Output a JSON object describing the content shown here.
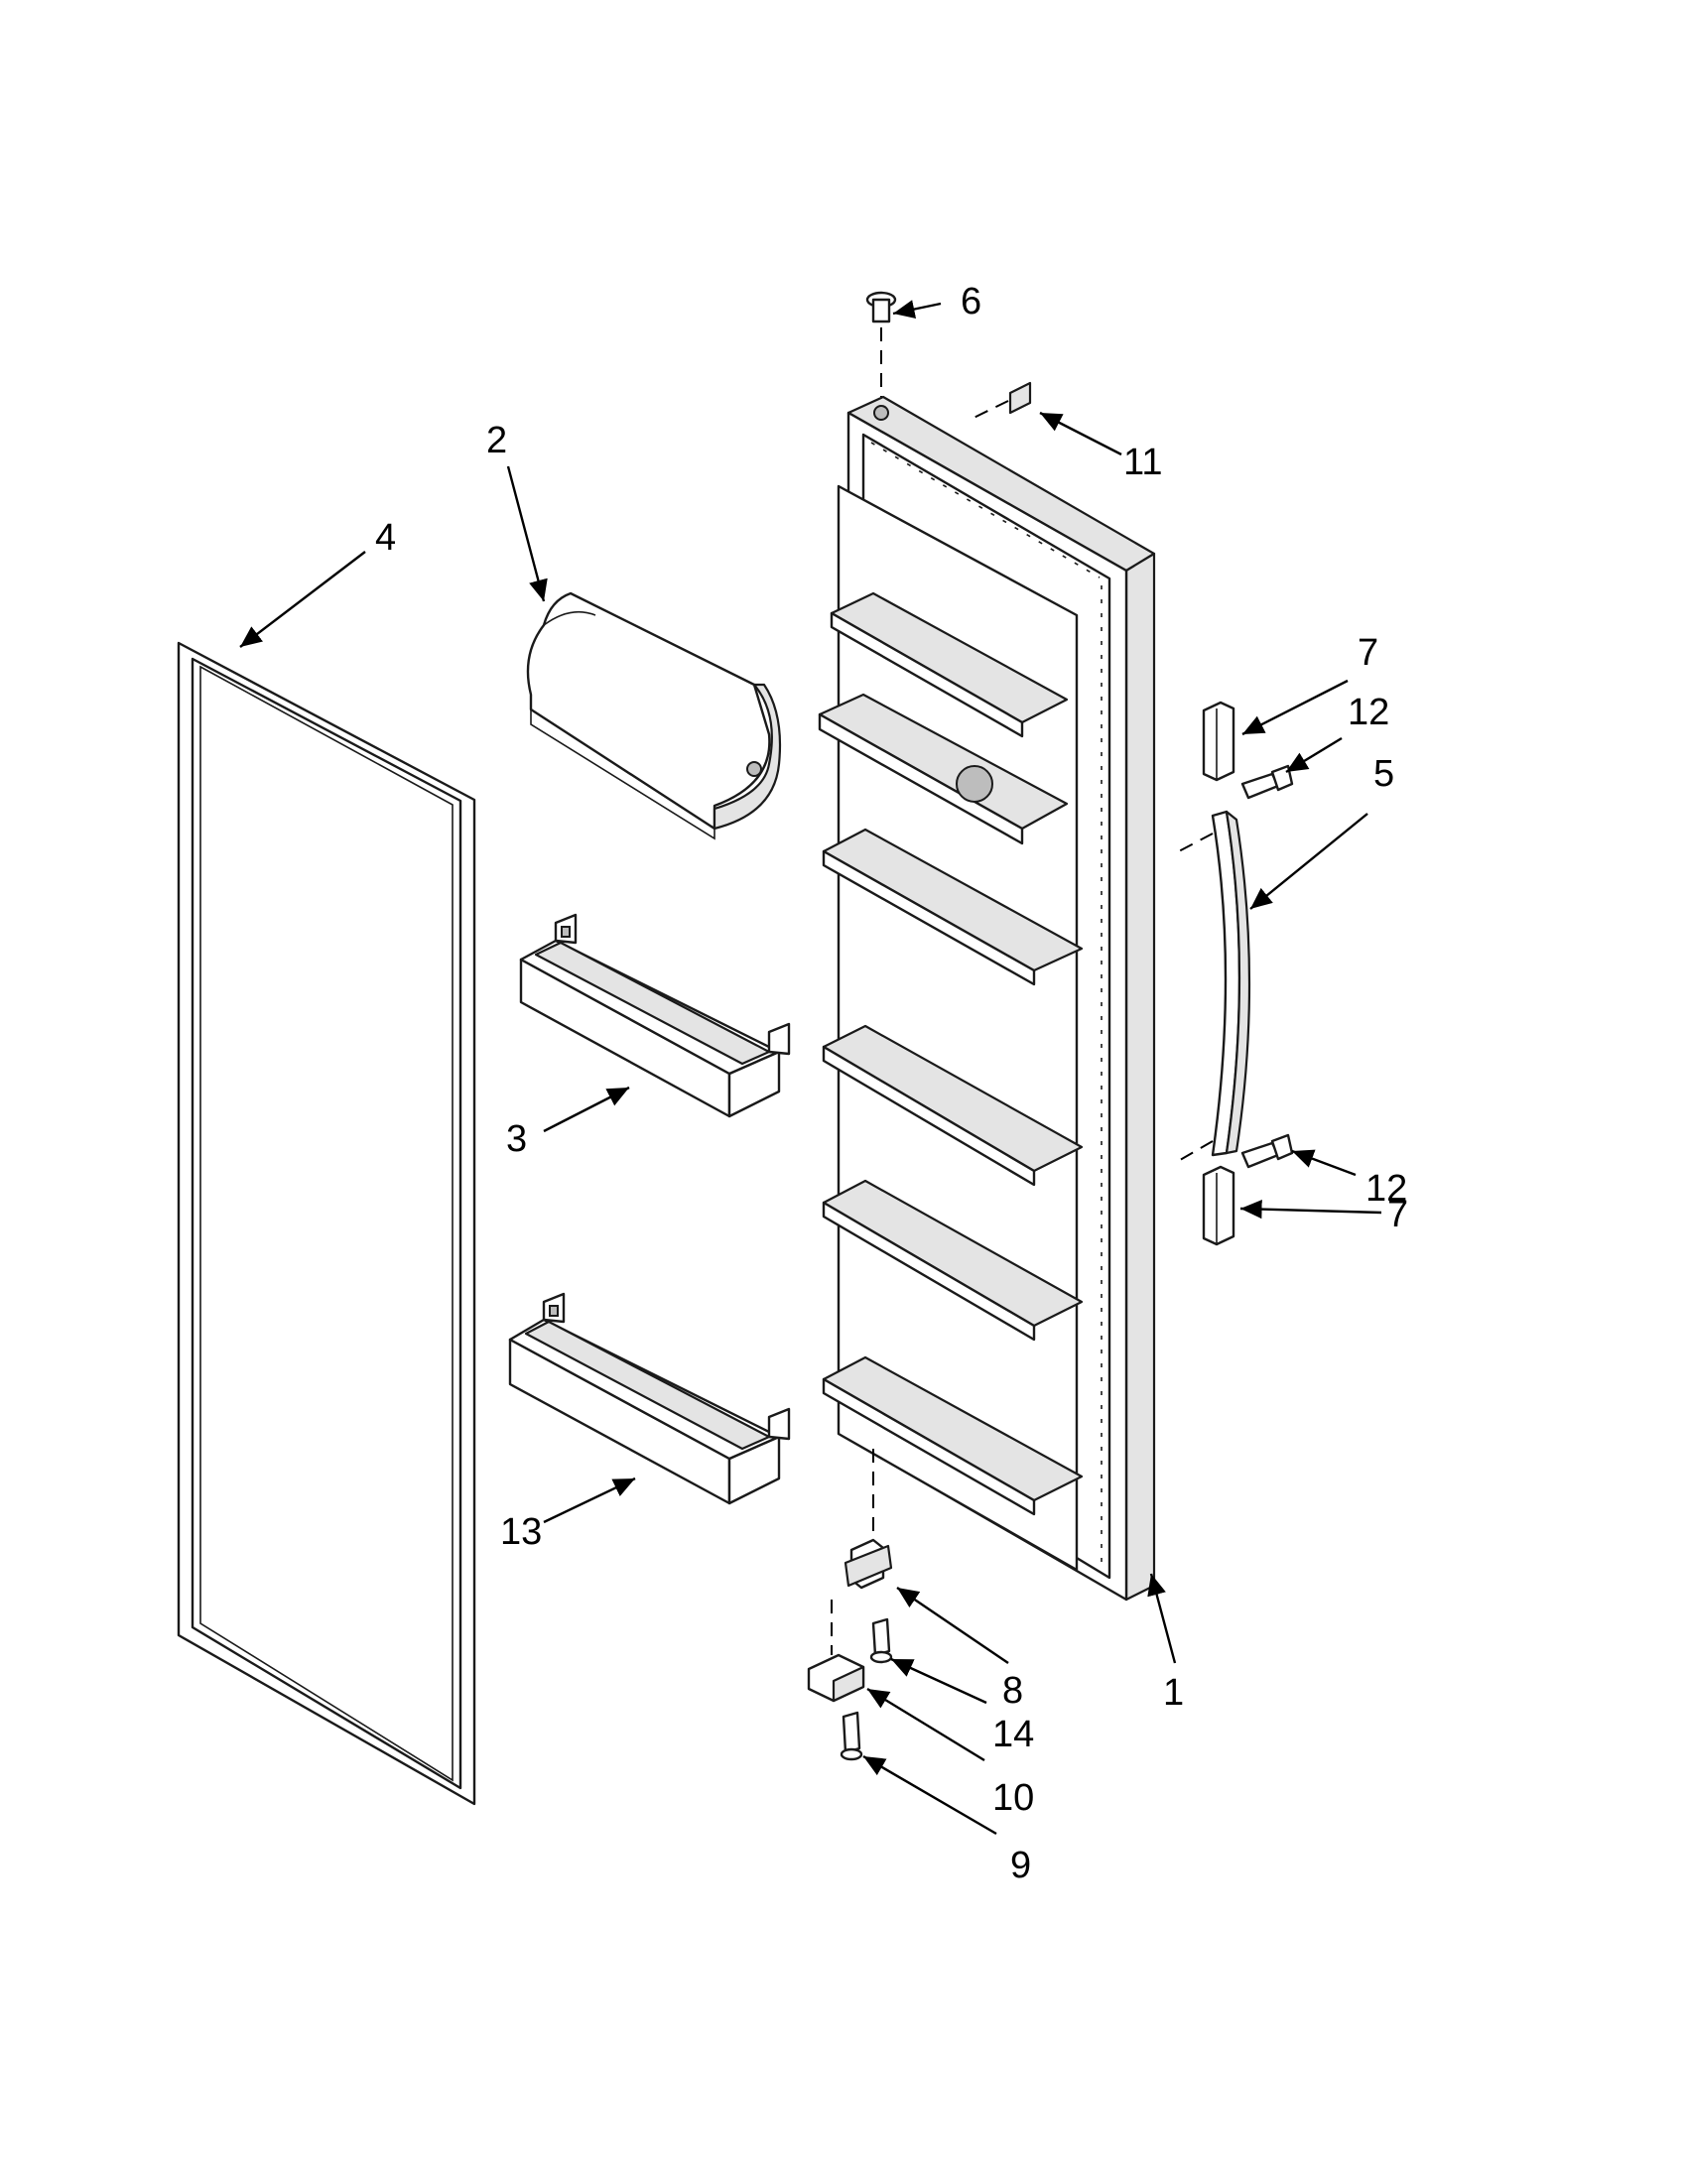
{
  "diagram": {
    "callouts": [
      {
        "id": "c6",
        "label": "6"
      },
      {
        "id": "c11",
        "label": "11"
      },
      {
        "id": "c2",
        "label": "2"
      },
      {
        "id": "c4",
        "label": "4"
      },
      {
        "id": "c7a",
        "label": "7"
      },
      {
        "id": "c12a",
        "label": "12"
      },
      {
        "id": "c5",
        "label": "5"
      },
      {
        "id": "c3",
        "label": "3"
      },
      {
        "id": "c12b",
        "label": "12"
      },
      {
        "id": "c7b",
        "label": "7"
      },
      {
        "id": "c13",
        "label": "13"
      },
      {
        "id": "c8",
        "label": "8"
      },
      {
        "id": "c1",
        "label": "1"
      },
      {
        "id": "c14",
        "label": "14"
      },
      {
        "id": "c10",
        "label": "10"
      },
      {
        "id": "c9",
        "label": "9"
      }
    ]
  }
}
